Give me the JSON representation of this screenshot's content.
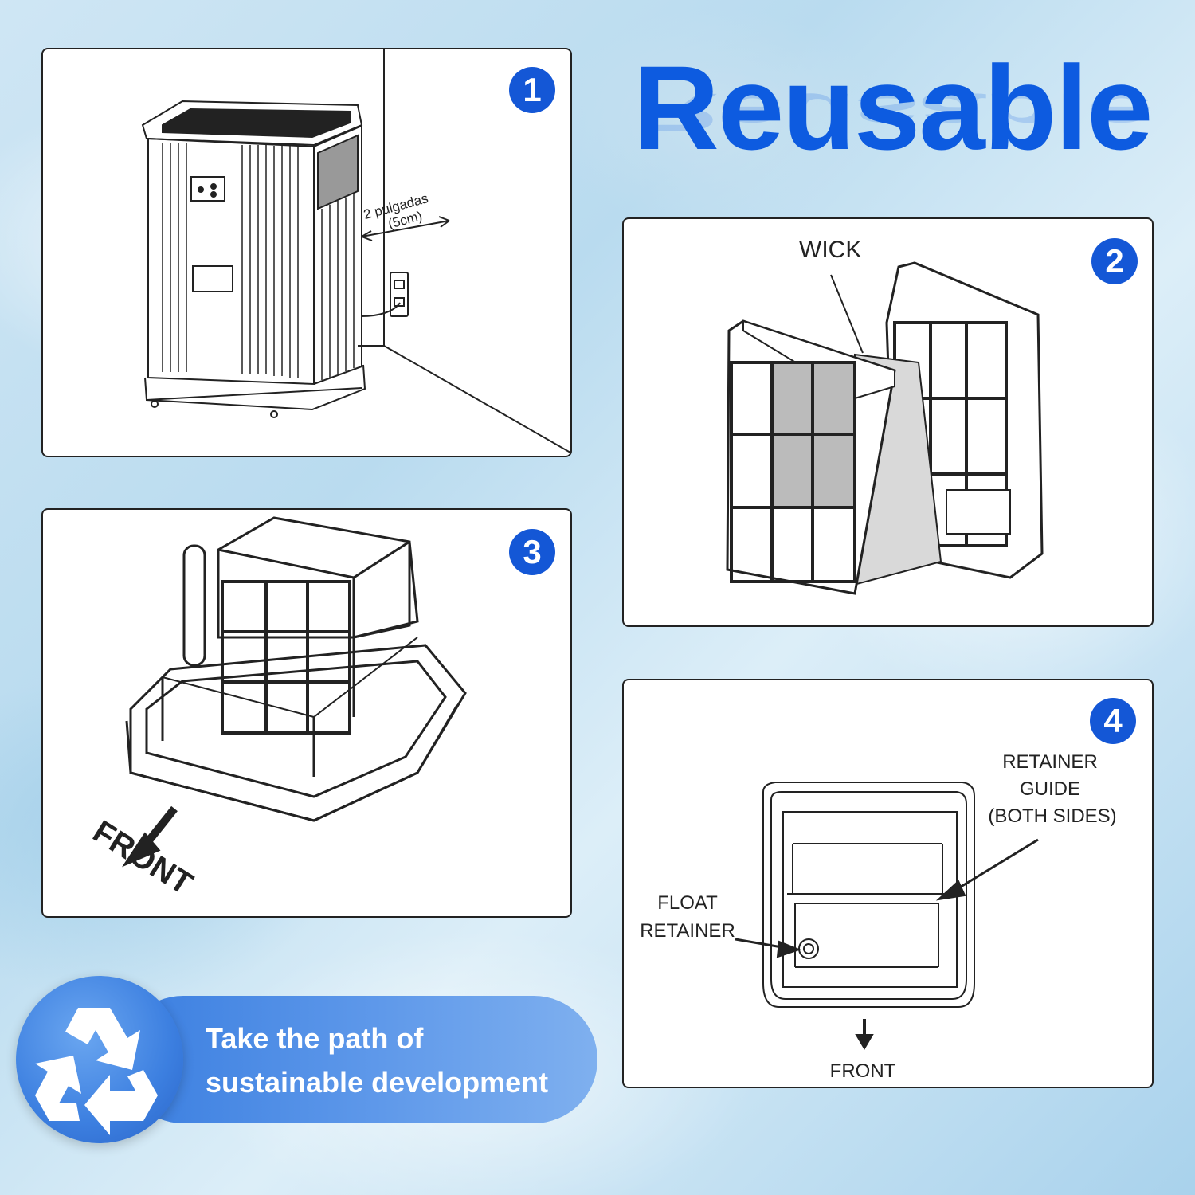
{
  "title": "Reusable",
  "panels": [
    {
      "number": "1",
      "labels": {
        "distance_line1": "2 pulgadas",
        "distance_line2": "(5cm)"
      }
    },
    {
      "number": "2",
      "labels": {
        "wick": "WICK"
      }
    },
    {
      "number": "3",
      "labels": {
        "front": "FRONT"
      }
    },
    {
      "number": "4",
      "labels": {
        "retainer_line1": "RETAINER",
        "retainer_line2": "GUIDE",
        "retainer_line3": "(BOTH SIDES)",
        "float_line1": "FLOAT",
        "float_line2": "RETAINER",
        "front": "FRONT"
      }
    }
  ],
  "banner": {
    "line1": "Take the path of",
    "line2": "sustainable development"
  },
  "colors": {
    "accent": "#1457d6",
    "title": "#0d5be0",
    "banner": "#3a7ee0"
  },
  "icons": [
    "recycle-icon"
  ]
}
